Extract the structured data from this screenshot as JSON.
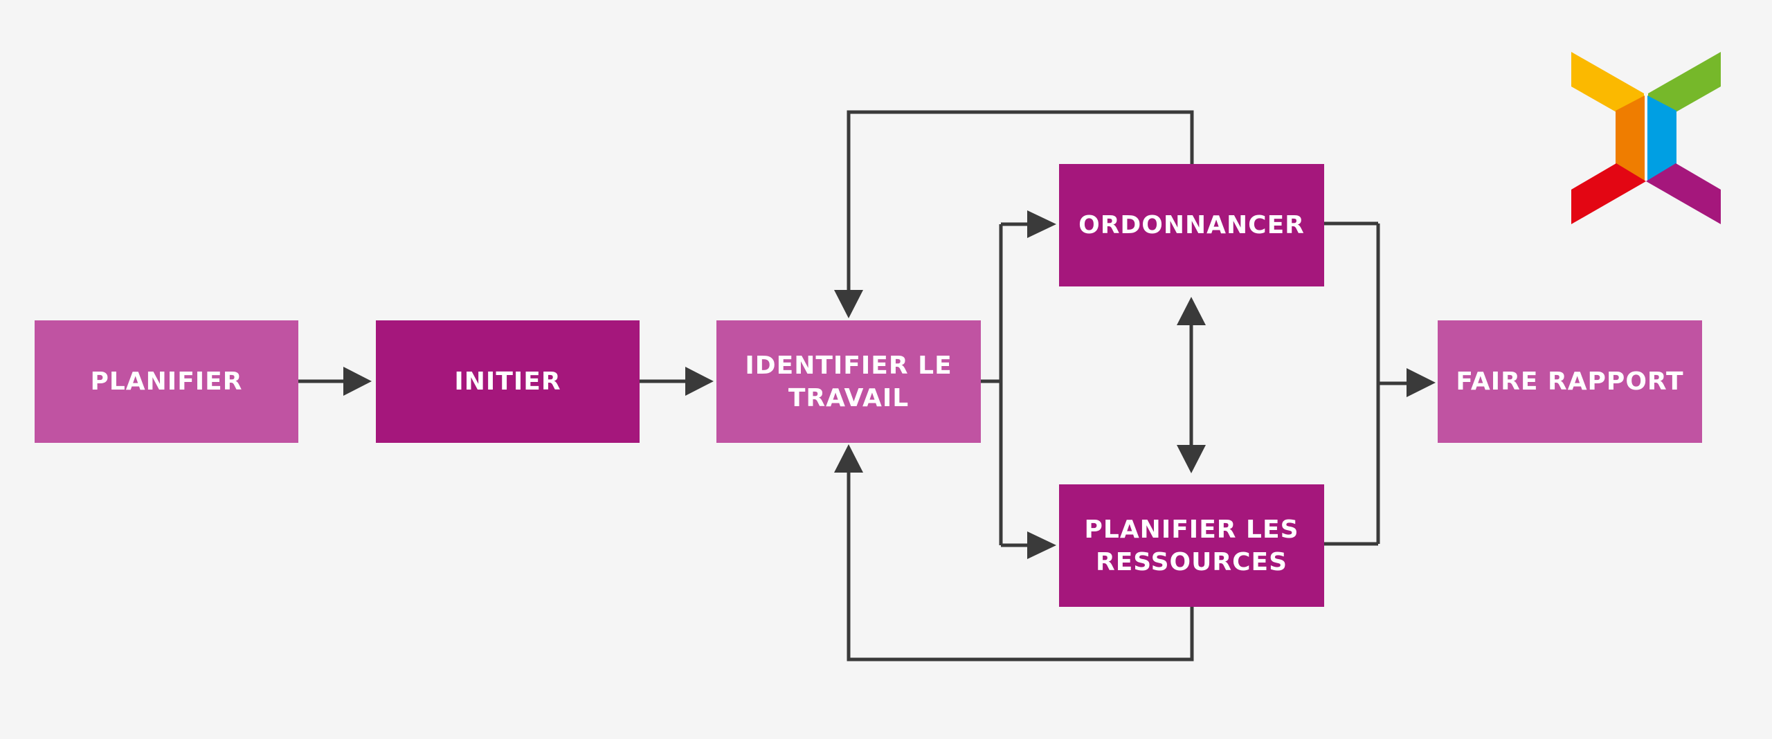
{
  "diagram": {
    "nodes": {
      "planifier": "PLANIFIER",
      "initier": "INITIER",
      "identifier": "IDENTIFIER LE TRAVAIL",
      "ordonnancer": "ORDONNANCER",
      "ressources": "PLANIFIER LES RESSOURCES",
      "rapport": "FAIRE RAPPORT"
    }
  },
  "colors": {
    "node_light": "#c053a2",
    "node_dark": "#a5177c",
    "connector": "#3a3a3a",
    "background": "#f5f5f5",
    "logo": [
      "#fbb900",
      "#76b82a",
      "#ef7d00",
      "#009fe3",
      "#e30613",
      "#a5177c"
    ]
  }
}
